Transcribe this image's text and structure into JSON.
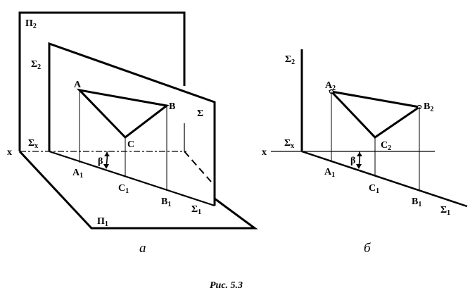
{
  "figure_a": {
    "caption": "а",
    "labels": {
      "P2": "П",
      "P2_sub": "2",
      "Sigma2": "Σ",
      "Sigma2_sub": "2",
      "A": "A",
      "B": "B",
      "Sigma": "Σ",
      "C": "C",
      "x": "x",
      "Sigmax": "Σ",
      "Sigmax_sub": "x",
      "beta": "β",
      "A1": "A",
      "A1_sub": "1",
      "C1": "C",
      "C1_sub": "1",
      "B1": "B",
      "B1_sub": "1",
      "Sigma1": "Σ",
      "Sigma1_sub": "1",
      "P1": "П",
      "P1_sub": "1"
    }
  },
  "figure_b": {
    "caption": "б",
    "labels": {
      "Sigma2": "Σ",
      "Sigma2_sub": "2",
      "A2": "A",
      "A2_sub": "2",
      "B2": "B",
      "B2_sub": "2",
      "x": "x",
      "Sigmax": "Σ",
      "Sigmax_sub": "x",
      "C2": "C",
      "C2_sub": "2",
      "beta": "β",
      "A1": "A",
      "A1_sub": "1",
      "C1": "C",
      "C1_sub": "1",
      "B1": "B",
      "B1_sub": "1",
      "Sigma1": "Σ",
      "Sigma1_sub": "1"
    }
  },
  "figure_caption": "Рис. 5.3"
}
